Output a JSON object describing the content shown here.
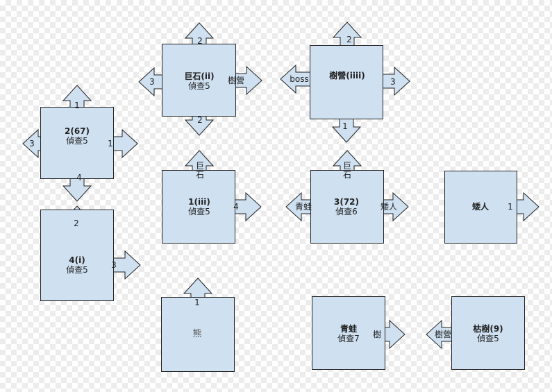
{
  "rooms": [
    {
      "id": "room-2-67",
      "title": "2(67)",
      "subtitle": "偵查5"
    },
    {
      "id": "room-4-i",
      "title": "4(i)",
      "subtitle": "偵查5"
    },
    {
      "id": "room-boulder-ii",
      "title": "巨石(ii)",
      "subtitle": "偵查5"
    },
    {
      "id": "room-1-iii",
      "title": "1(iii)",
      "subtitle": "偵查5"
    },
    {
      "id": "room-bear",
      "title": "熊",
      "subtitle": ""
    },
    {
      "id": "room-camp-iiii",
      "title": "樹營(iiii)",
      "subtitle": ""
    },
    {
      "id": "room-3-72",
      "title": "3(72)",
      "subtitle": "偵查6"
    },
    {
      "id": "room-frog",
      "title": "青蛙",
      "subtitle": "偵查7"
    },
    {
      "id": "room-dwarf",
      "title": "矮人",
      "subtitle": ""
    },
    {
      "id": "room-dead-tree-9",
      "title": "枯樹(9)",
      "subtitle": "偵查5"
    }
  ],
  "arrows": [
    {
      "label": "1"
    },
    {
      "label": "3"
    },
    {
      "label": "1"
    },
    {
      "label": "4"
    },
    {
      "label": "2"
    },
    {
      "label": "3"
    },
    {
      "label": "2"
    },
    {
      "label": "3"
    },
    {
      "label": "樹營"
    },
    {
      "label": "2"
    },
    {
      "label": "巨石"
    },
    {
      "label": "4"
    },
    {
      "label": "1"
    },
    {
      "label": "2"
    },
    {
      "label": "boss"
    },
    {
      "label": "3"
    },
    {
      "label": "1"
    },
    {
      "label": "巨石"
    },
    {
      "label": "青蛙"
    },
    {
      "label": "矮人"
    },
    {
      "label": "樹"
    },
    {
      "label": "1"
    },
    {
      "label": "樹營"
    }
  ]
}
